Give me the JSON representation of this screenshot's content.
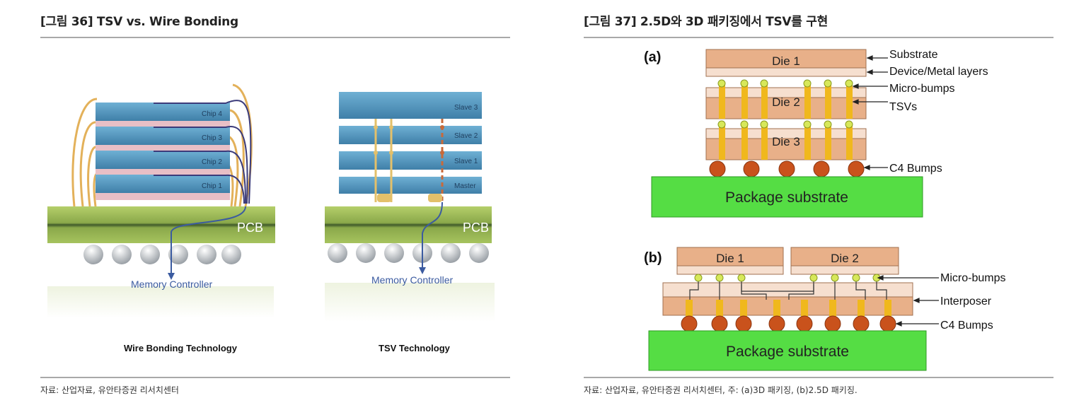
{
  "left": {
    "title": "[그림 36] TSV vs. Wire Bonding",
    "source": "자료: 산업자료, 유안타증권 리서치센터",
    "wire_bonding": {
      "chips": [
        "Chip 4",
        "Chip 3",
        "Chip 2",
        "Chip 1"
      ],
      "pcb_label": "PCB",
      "controller_label": "Memory Controller",
      "caption": "Wire Bonding Technology"
    },
    "tsv": {
      "layers": [
        "Slave 3",
        "Slave 2",
        "Slave 1",
        "Master"
      ],
      "pcb_label": "PCB",
      "controller_label": "Memory Controller",
      "caption": "TSV Technology"
    }
  },
  "right": {
    "title": "[그림 37] 2.5D와 3D 패키징에서 TSV를 구현",
    "source": "자료: 산업자료, 유안타증권 리서치센터, 주: (a)3D 패키징, (b)2.5D 패키징.",
    "a": {
      "tag": "(a)",
      "dies": [
        "Die 1",
        "Die 2",
        "Die 3"
      ],
      "substrate": "Package substrate",
      "labels": {
        "substrate": "Substrate",
        "device": "Device/Metal layers",
        "microbumps": "Micro-bumps",
        "tsvs": "TSVs",
        "c4": "C4 Bumps"
      }
    },
    "b": {
      "tag": "(b)",
      "dies": [
        "Die 1",
        "Die 2"
      ],
      "substrate": "Package substrate",
      "labels": {
        "microbumps": "Micro-bumps",
        "interposer": "Interposer",
        "c4": "C4 Bumps"
      }
    }
  },
  "colors": {
    "rule": "#a9a9a9",
    "die": "#e8b089",
    "die_light": "#f6dfcf",
    "package_green": "#55dd44",
    "c4_bump": "#c9521c",
    "microbump": "#d7e85a",
    "tsv_pillar": "#f0b81d",
    "pcb_green": "#8ab24a",
    "chip_blue": "#4a90b8"
  }
}
